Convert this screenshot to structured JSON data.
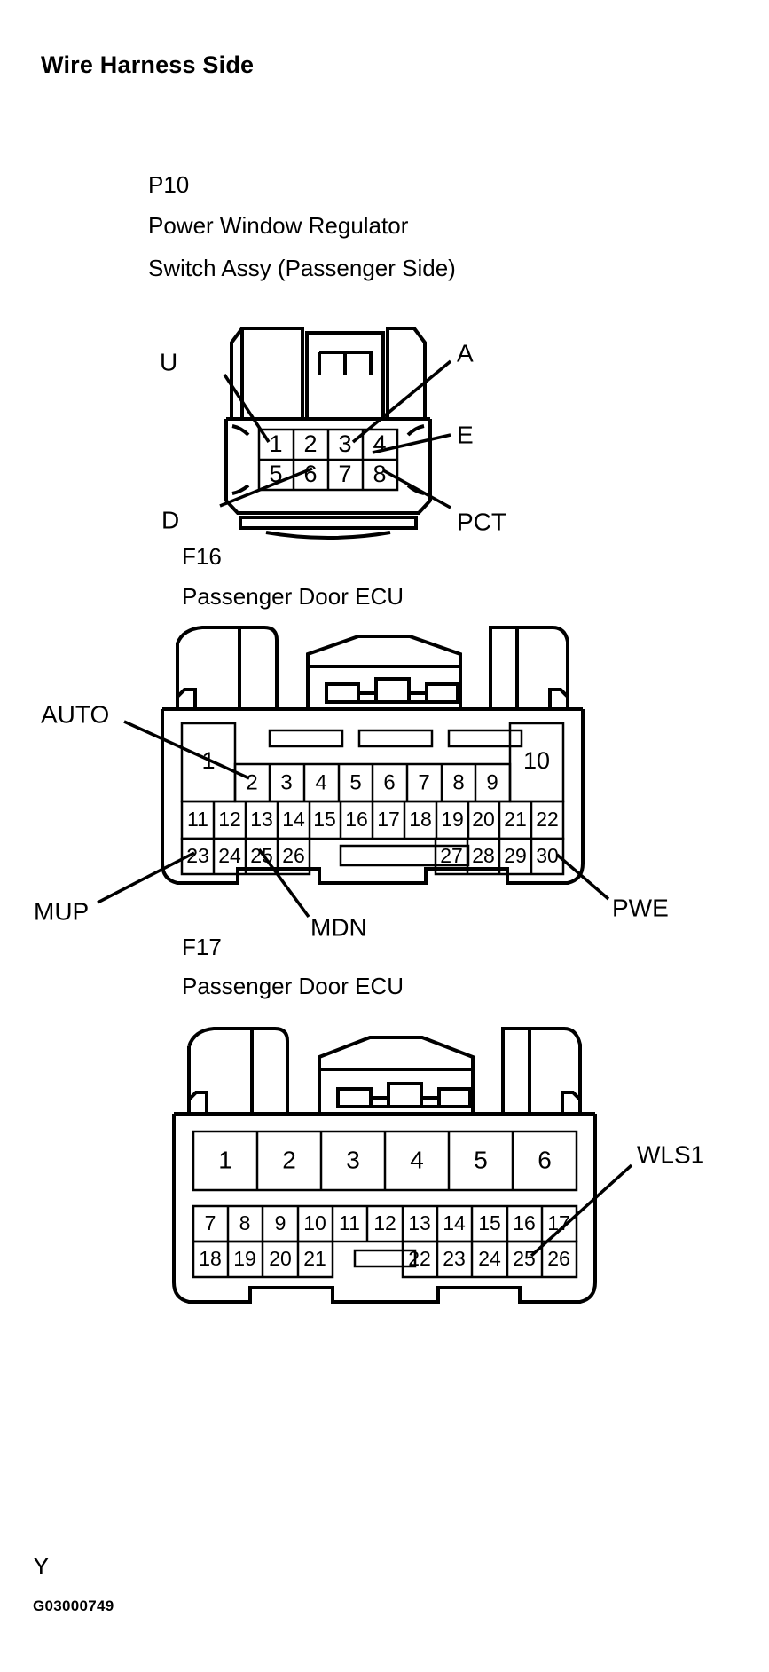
{
  "page": {
    "title": "Wire Harness Side",
    "footer_label": "Y",
    "figure_code": "G03000749"
  },
  "connectors": [
    {
      "id": "P10",
      "name_line1": "Power Window Regulator",
      "name_line2": "Switch Assy (Passenger Side)",
      "pin_rows": [
        [
          "1",
          "2",
          "3",
          "4"
        ],
        [
          "5",
          "6",
          "7",
          "8"
        ]
      ],
      "callouts": [
        {
          "label": "U",
          "target_pin": "1"
        },
        {
          "label": "A",
          "target_pin": "3"
        },
        {
          "label": "E",
          "target_pin": "4"
        },
        {
          "label": "D",
          "target_pin": "6"
        },
        {
          "label": "PCT",
          "target_pin": "8"
        }
      ]
    },
    {
      "id": "F16",
      "name_line1": "Passenger Door ECU",
      "name_line2": "",
      "pin_rows": [
        [
          "1",
          "2",
          "3",
          "4",
          "5",
          "6",
          "7",
          "8",
          "9",
          "10"
        ],
        [
          "11",
          "12",
          "13",
          "14",
          "15",
          "16",
          "17",
          "18",
          "19",
          "20",
          "21",
          "22"
        ],
        [
          "23",
          "24",
          "25",
          "26",
          "27",
          "28",
          "29",
          "30"
        ]
      ],
      "callouts": [
        {
          "label": "AUTO",
          "target_pin": "2"
        },
        {
          "label": "MUP",
          "target_pin": "23"
        },
        {
          "label": "MDN",
          "target_pin": "25"
        },
        {
          "label": "PWE",
          "target_pin": "30"
        }
      ]
    },
    {
      "id": "F17",
      "name_line1": "Passenger Door ECU",
      "name_line2": "",
      "pin_rows": [
        [
          "1",
          "2",
          "3",
          "4",
          "5",
          "6"
        ],
        [
          "7",
          "8",
          "9",
          "10",
          "11",
          "12",
          "13",
          "14",
          "15",
          "16",
          "17"
        ],
        [
          "18",
          "19",
          "20",
          "21",
          "22",
          "23",
          "24",
          "25",
          "26"
        ]
      ],
      "callouts": [
        {
          "label": "WLS1",
          "target_pin": "25"
        }
      ]
    }
  ],
  "p10": {
    "pins": {
      "r1c1": "1",
      "r1c2": "2",
      "r1c3": "3",
      "r1c4": "4",
      "r2c1": "5",
      "r2c2": "6",
      "r2c3": "7",
      "r2c4": "8"
    },
    "labels": {
      "u": "U",
      "a": "A",
      "e": "E",
      "d": "D",
      "pct": "PCT"
    }
  },
  "f16": {
    "pins": {
      "p1": "1",
      "p2": "2",
      "p3": "3",
      "p4": "4",
      "p5": "5",
      "p6": "6",
      "p7": "7",
      "p8": "8",
      "p9": "9",
      "p10": "10",
      "p11": "11",
      "p12": "12",
      "p13": "13",
      "p14": "14",
      "p15": "15",
      "p16": "16",
      "p17": "17",
      "p18": "18",
      "p19": "19",
      "p20": "20",
      "p21": "21",
      "p22": "22",
      "p23": "23",
      "p24": "24",
      "p25": "25",
      "p26": "26",
      "p27": "27",
      "p28": "28",
      "p29": "29",
      "p30": "30"
    },
    "labels": {
      "auto": "AUTO",
      "mup": "MUP",
      "mdn": "MDN",
      "pwe": "PWE"
    }
  },
  "f17": {
    "pins": {
      "p1": "1",
      "p2": "2",
      "p3": "3",
      "p4": "4",
      "p5": "5",
      "p6": "6",
      "p7": "7",
      "p8": "8",
      "p9": "9",
      "p10": "10",
      "p11": "11",
      "p12": "12",
      "p13": "13",
      "p14": "14",
      "p15": "15",
      "p16": "16",
      "p17": "17",
      "p18": "18",
      "p19": "19",
      "p20": "20",
      "p21": "21",
      "p22": "22",
      "p23": "23",
      "p24": "24",
      "p25": "25",
      "p26": "26"
    },
    "labels": {
      "wls1": "WLS1"
    }
  },
  "style": {
    "ink": "#000000",
    "paper": "#ffffff"
  }
}
